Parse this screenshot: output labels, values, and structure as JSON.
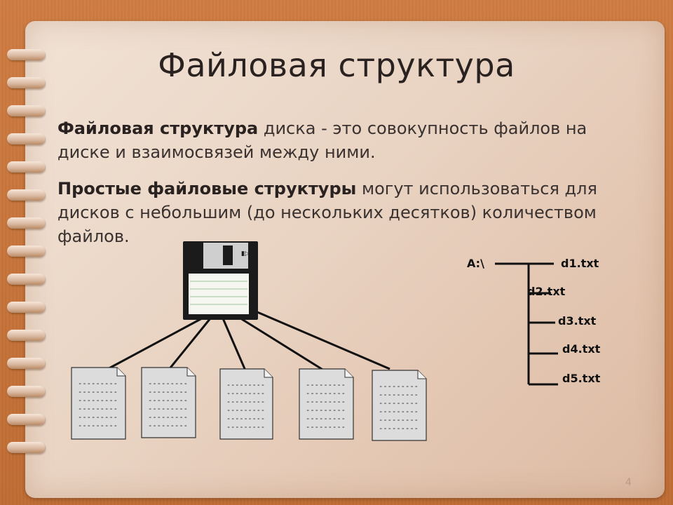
{
  "slide": {
    "title": "Файловая структура",
    "paragraph1": {
      "bold": "Файловая структура",
      "rest": " диска - это совокупность файлов на диске и взаимосвязей между ними."
    },
    "paragraph2": {
      "bold": "Простые файловые структуры",
      "rest": " могут использоваться для дисков с небольшим (до нескольких десятков) количеством файлов."
    },
    "page_number": "4"
  },
  "diagram": {
    "file_lines": "---------",
    "tree": {
      "root": "A:\\",
      "files": [
        "d1.txt",
        "d2.txt",
        "d3.txt",
        "d4.txt",
        "d5.txt"
      ]
    }
  },
  "colors": {
    "background": "#c8753d",
    "card": "#eddccd",
    "text": "#3a3230"
  }
}
